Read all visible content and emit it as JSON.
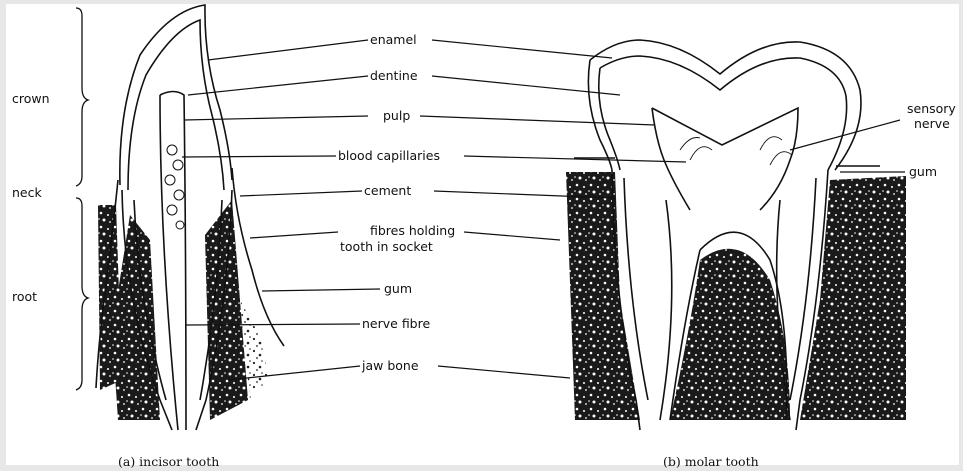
{
  "regions": {
    "crown": "crown",
    "neck": "neck",
    "root": "root"
  },
  "labels": {
    "enamel": "enamel",
    "dentine": "dentine",
    "pulp": "pulp",
    "blood_capillaries": "blood capillaries",
    "cement": "cement",
    "fibres_line1": "fibres holding",
    "fibres_line2": "tooth in socket",
    "gum_center": "gum",
    "nerve_fibre": "nerve fibre",
    "jaw_bone": "jaw bone",
    "sensory_line1": "sensory",
    "sensory_line2": "nerve",
    "gum_right": "gum"
  },
  "captions": {
    "incisor": "(a)  incisor tooth",
    "molar": "(b)  molar tooth"
  }
}
